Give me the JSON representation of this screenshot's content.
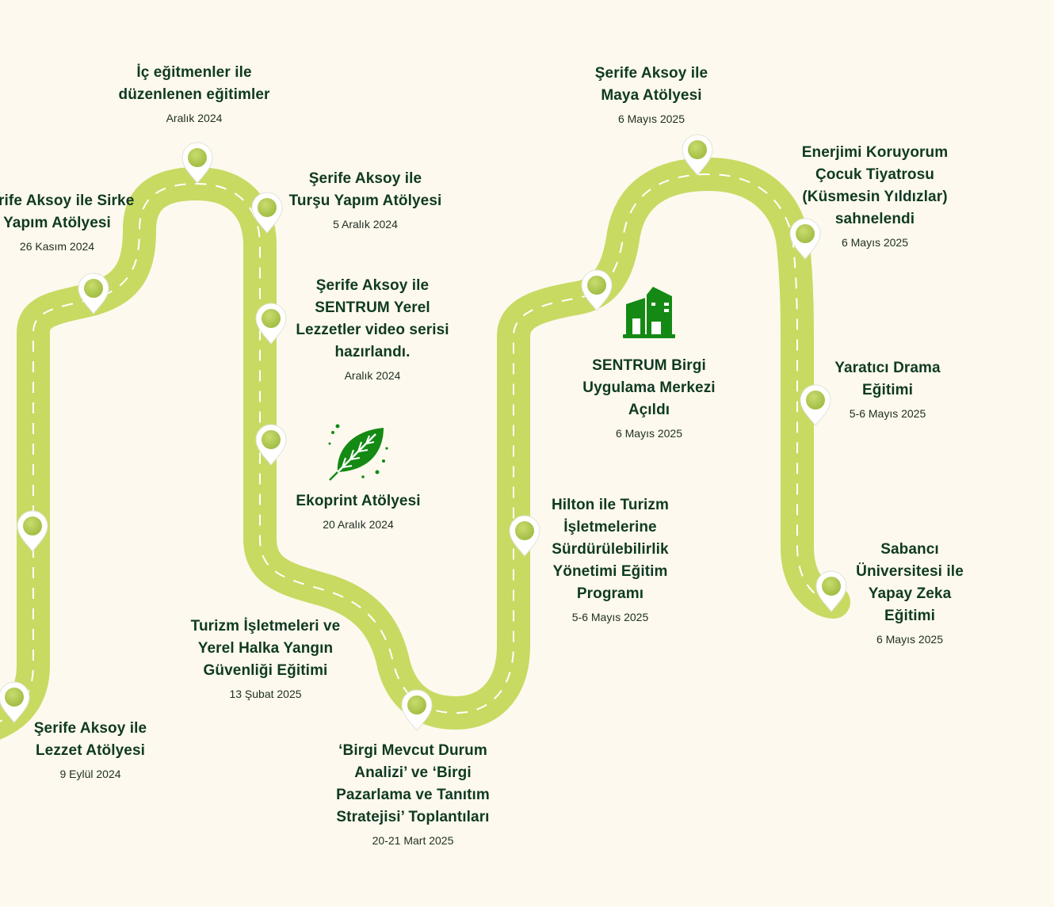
{
  "colors": {
    "road": "#c8da62",
    "lane": "#ffffff",
    "pin": "#ffffff",
    "dot": "#a2bd45",
    "icon": "#148a14",
    "text": "#0f3a22",
    "background": "#fdf9ee"
  },
  "events": [
    {
      "title": "Şerife Aksoy ile Sirke\nYapım Atölyesi",
      "date": "26 Kasım 2024"
    },
    {
      "title": "İç eğitmenler ile\ndüzenlenen eğitimler",
      "date": "Aralık 2024"
    },
    {
      "title": "Şerife Aksoy ile\nTurşu Yapım Atölyesi",
      "date": "5 Aralık 2024"
    },
    {
      "title": "Şerife Aksoy ile\nSENTRUM Yerel\nLezzetler video serisi\nhazırlandı.",
      "date": "Aralık 2024"
    },
    {
      "title": "Ekoprint Atölyesi",
      "date": "20 Aralık 2024"
    },
    {
      "title": "Turizm İşletmeleri ve\nYerel Halka Yangın\nGüvenliği Eğitimi",
      "date": "13 Şubat 2025"
    },
    {
      "title": "Şerife Aksoy ile\nLezzet Atölyesi",
      "date": "9 Eylül 2024"
    },
    {
      "title": "‘Birgi Mevcut Durum\nAnalizi’ ve ‘Birgi\nPazarlama ve Tanıtım\nStratejisi’ Toplantıları",
      "date": "20-21 Mart 2025"
    },
    {
      "title": "Hilton ile Turizm\nİşletmelerine\nSürdürülebilirlik\nYönetimi Eğitim\nProgramı",
      "date": "5-6 Mayıs 2025"
    },
    {
      "title": "SENTRUM Birgi\nUygulama Merkezi\nAçıldı",
      "date": "6 Mayıs 2025"
    },
    {
      "title": "Şerife Aksoy ile\nMaya Atölyesi",
      "date": "6 Mayıs 2025"
    },
    {
      "title": "Enerjimi Koruyorum\nÇocuk Tiyatrosu\n(Küsmesin Yıldızlar)\nsahnelendi",
      "date": "6 Mayıs 2025"
    },
    {
      "title": "Yaratıcı Drama\nEğitimi",
      "date": "5-6 Mayıs 2025"
    },
    {
      "title": "Sabancı\nÜniversitesi ile\nYapay Zeka\nEğitimi",
      "date": "6 Mayıs 2025"
    }
  ],
  "icons": [
    {
      "name": "leaf-icon"
    },
    {
      "name": "building-icon"
    }
  ]
}
